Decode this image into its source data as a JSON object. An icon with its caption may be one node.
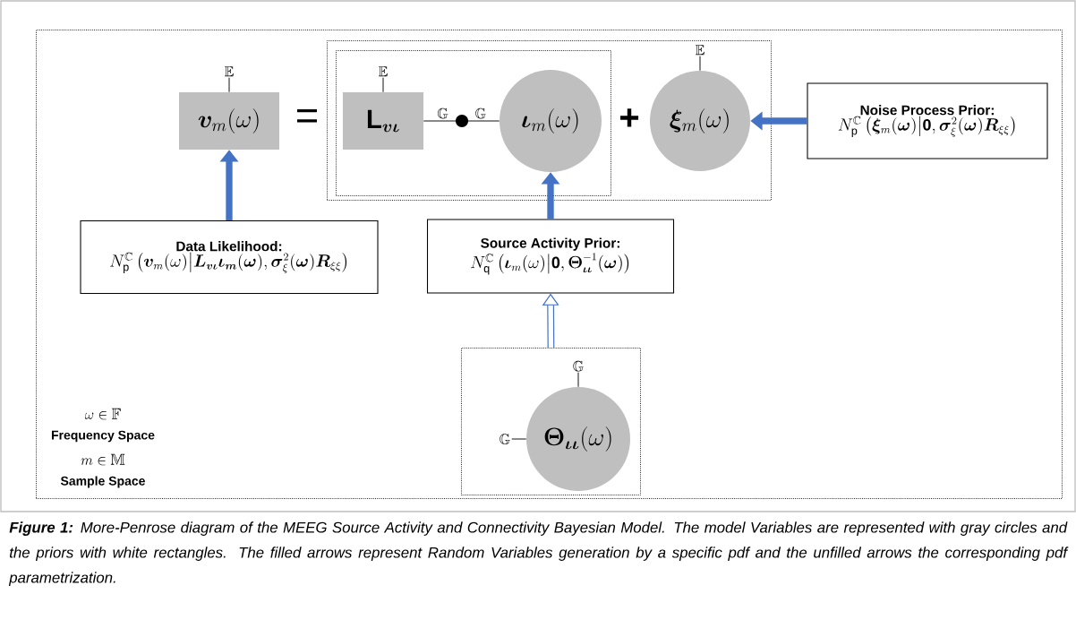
{
  "diagram": {
    "caption": "**Figure 1:** More-Penrose diagram of the MEEG Source Activity and Connectivity Bayesian Model. The model Variables are represented with gray circles and the priors with white rectangles. The filled arrows represent Random Variables generation by a specific pdf and the unfilled arrows the corresponding pdf parametrization.",
    "nodes": [
      {
        "text": [],
        "shape": "box"
      },
      {
        "text": [],
        "shape": "box",
        "in": 0
      },
      {
        "text": [],
        "shape": "box",
        "in": 1
      },
      {
        "text": [
          "\\boldsymbol{v}_{m}(\\omega)"
        ],
        "in": 0
      },
      {
        "text": [
          "\\mathbf{L}_{\\boldsymbol{v\\iota}}"
        ],
        "in": 2
      },
      {
        "text": [],
        "shape": "circle",
        "in": 2
      },
      {
        "text": [
          "\\boldsymbol{\\iota}_{m}(\\omega)"
        ],
        "in": 2
      },
      {
        "text": [
          "\\boldsymbol{\\xi}_{m}(\\omega)"
        ],
        "in": 1
      },
      {
        "text": [
          "Noise Process Prior:",
          "N_{\\mathrm{p}}^{\\mathbb{C}}\\left(\\boldsymbol{\\xi}_{m}(\\boldsymbol{\\omega})\\middle|\\mathbf{0},\\boldsymbol{\\sigma}_{\\xi}^{2}(\\boldsymbol{\\omega})\\boldsymbol{R}_{\\xi\\xi}\\right)"
        ],
        "in": 0
      },
      {
        "text": [
          "Data Likelihood:",
          "N_{\\mathrm{p}}^{\\mathbb{C}}\\left(\\boldsymbol{v}_{m}(\\omega)\\middle|\\boldsymbol{L}_{\\boldsymbol{v\\iota}}\\boldsymbol{\\iota}_{\\boldsymbol{m}}(\\boldsymbol{\\omega}),\\boldsymbol{\\sigma}_{\\xi}^{2}(\\boldsymbol{\\omega})\\boldsymbol{R}_{\\xi\\xi}\\right)"
        ],
        "in": 0
      },
      {
        "text": [
          "Source Activity Prior:",
          "N_{\\mathrm{q}}^{\\mathbb{C}}\\left(\\boldsymbol{\\iota}_{m}(\\omega)\\middle|\\mathbf{0},\\boldsymbol{\\Theta}_{\\boldsymbol{\\iota\\iota}}^{-1}(\\boldsymbol{\\omega})\\right)"
        ],
        "in": 0
      },
      {
        "text": [],
        "shape": "box",
        "in": 0
      },
      {
        "text": [
          "\\boldsymbol{\\Theta}_{\\boldsymbol{\\iota\\iota}}(\\omega)"
        ],
        "in": 11
      }
    ],
    "edges": [
      {
        "from": 9,
        "to": 3,
        "arrow": "to",
        "style": "thick",
        "color": "#4472c4"
      },
      {
        "from": 10,
        "to": 6,
        "arrow": "to",
        "style": "thick",
        "color": "#4472c4"
      },
      {
        "from": 8,
        "to": 7,
        "arrow": "to",
        "style": "thick",
        "color": "#4472c4"
      },
      {
        "from": 11,
        "to": 10,
        "arrow": "to",
        "style": "thick",
        "color": "#4472c4"
      },
      {
        "from": 4,
        "to": 5,
        "arrow": "none",
        "label": "\\mathbb{G}"
      },
      {
        "from": 5,
        "to": 6,
        "arrow": "none",
        "label": "\\mathbb{G}"
      },
      {
        "from": 3,
        "to": null,
        "arrow": "none",
        "label": "\\mathbb{E}"
      },
      {
        "from": 4,
        "to": null,
        "arrow": "none",
        "label": "\\mathbb{E}"
      },
      {
        "from": 7,
        "to": null,
        "arrow": "none",
        "label": "\\mathbb{E}"
      },
      {
        "from": 12,
        "to": null,
        "arrow": "none",
        "label": "\\mathbb{G}"
      },
      {
        "from": 12,
        "to": null,
        "arrow": "none",
        "label": "\\mathbb{G}"
      }
    ],
    "labels": [
      "=",
      "+",
      "\\omega \\in \\mathbb{F}",
      "Frequency Space",
      "m \\in \\mathbb{M}",
      "Sample Space"
    ]
  }
}
